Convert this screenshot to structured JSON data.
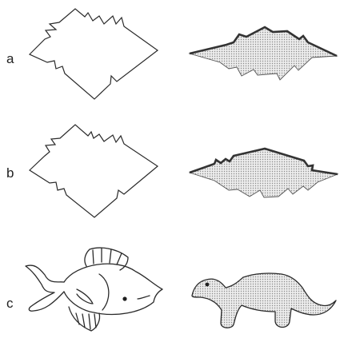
{
  "rows": [
    {
      "label": "a"
    },
    {
      "label": "b"
    },
    {
      "label": "c"
    }
  ],
  "colors": {
    "outline": "#2a2a2a",
    "edge_emphasis": "#333333",
    "fill_stipple": "#d9d9d9",
    "dot": "#888888"
  }
}
